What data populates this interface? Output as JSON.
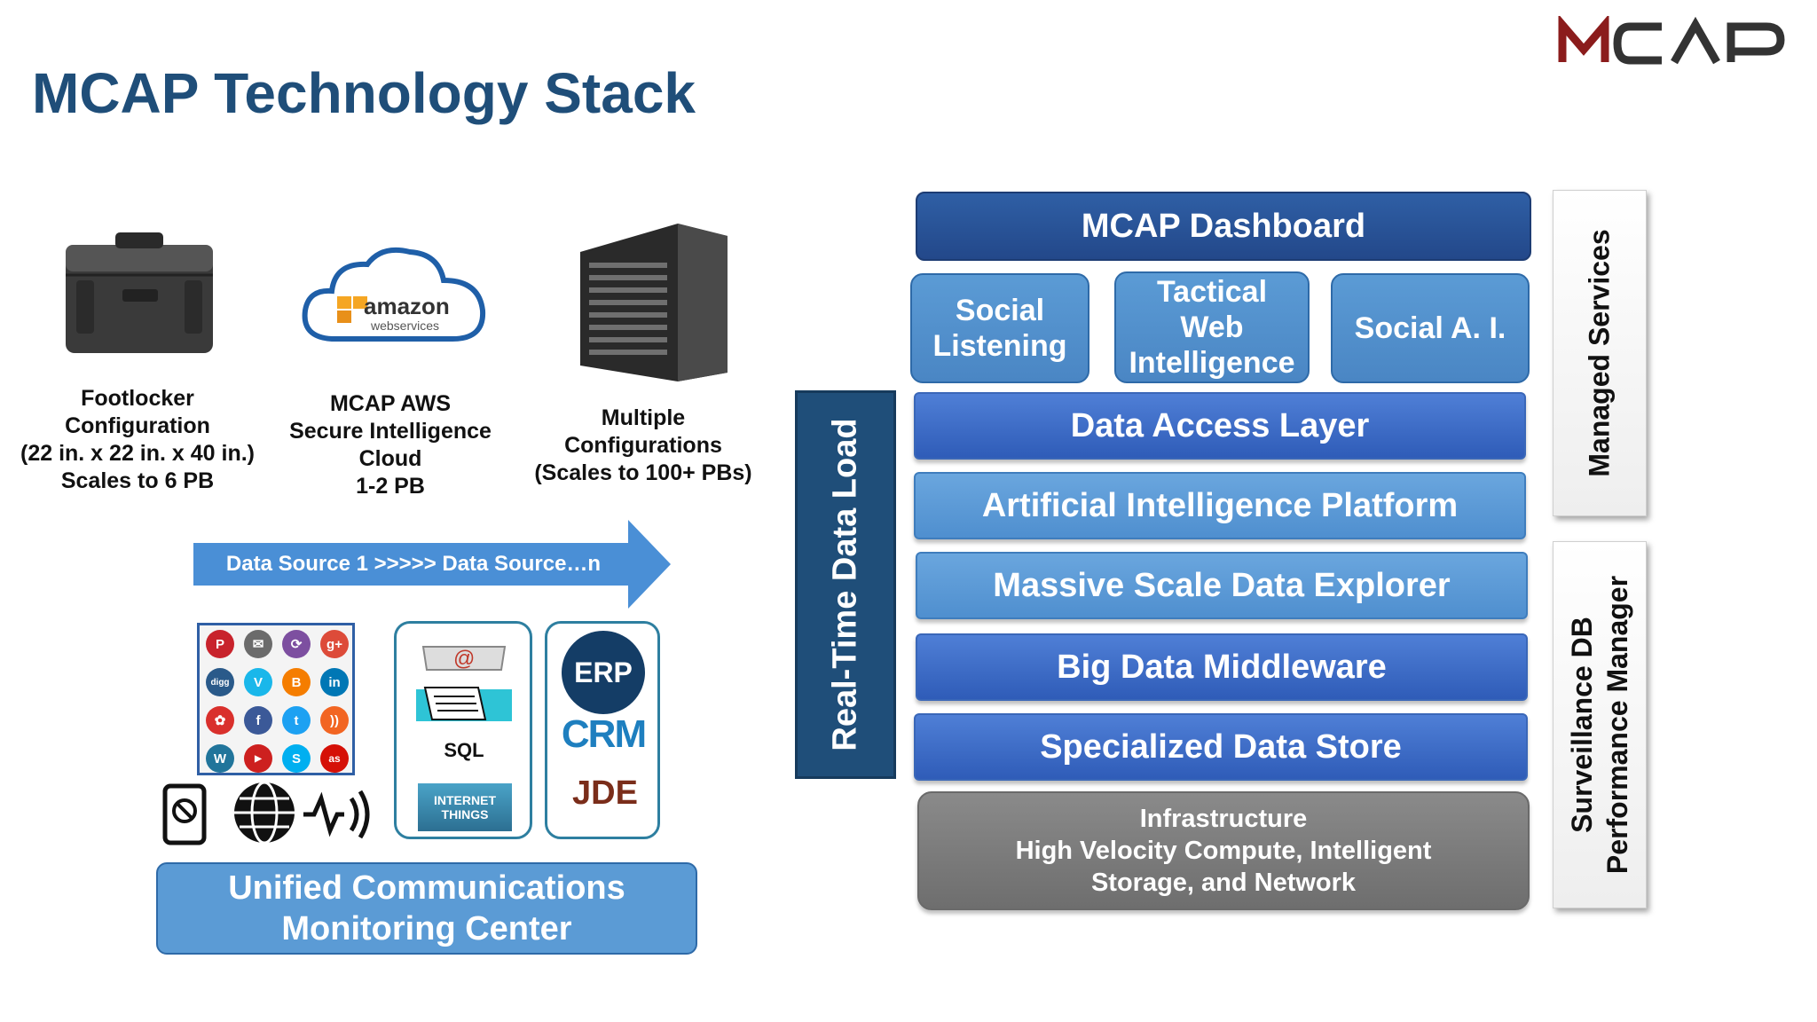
{
  "header": {
    "title": "MCAP Technology Stack",
    "logo_text": "MCAP"
  },
  "products": [
    {
      "caption": "Footlocker\nConfiguration\n(22 in. x 22 in. x 40 in.)\nScales to 6 PB"
    },
    {
      "caption": "MCAP AWS\nSecure Intelligence\nCloud\n1-2 PB",
      "logo_brand": "amazon",
      "logo_sub": "webservices"
    },
    {
      "caption": "Multiple\nConfigurations\n(Scales to 100+ PBs)"
    }
  ],
  "data_source_arrow": "Data Source 1 >>>>> Data Source…n",
  "source_icons": {
    "social": [
      "pinterest",
      "email",
      "share",
      "google-plus",
      "digg",
      "vimeo",
      "blogger",
      "linkedin",
      "myspace",
      "facebook",
      "twitter",
      "rss",
      "wordpress",
      "youtube",
      "skype",
      "lastfm"
    ],
    "apps": [
      "email-at",
      "document",
      "SQL",
      "INTERNET THINGS"
    ],
    "enterprise": [
      "ERP",
      "CRM",
      "JDE"
    ]
  },
  "unified_center": "Unified Communications\nMonitoring Center",
  "stack": {
    "realtime_label": "Real-Time Data Load",
    "dashboard": "MCAP Dashboard",
    "tiles": [
      "Social\nListening",
      "Tactical\nWeb\nIntelligence",
      "Social A. I."
    ],
    "layers": [
      "Data Access Layer",
      "Artificial Intelligence Platform",
      "Massive Scale Data Explorer",
      "Big Data Middleware",
      "Specialized Data Store"
    ],
    "infrastructure": "Infrastructure\nHigh Velocity Compute, Intelligent\nStorage, and Network",
    "managed_services": "Managed Services",
    "surveillance": "Surveillance DB\nPerformance Manager"
  },
  "colors": {
    "title": "#1f4e79",
    "dark_blue": "#23488a",
    "mid_blue": "#2f5cb8",
    "light_blue": "#5b9bd5",
    "gray": "#7a7a7a",
    "logo_red": "#8b1c1c"
  }
}
